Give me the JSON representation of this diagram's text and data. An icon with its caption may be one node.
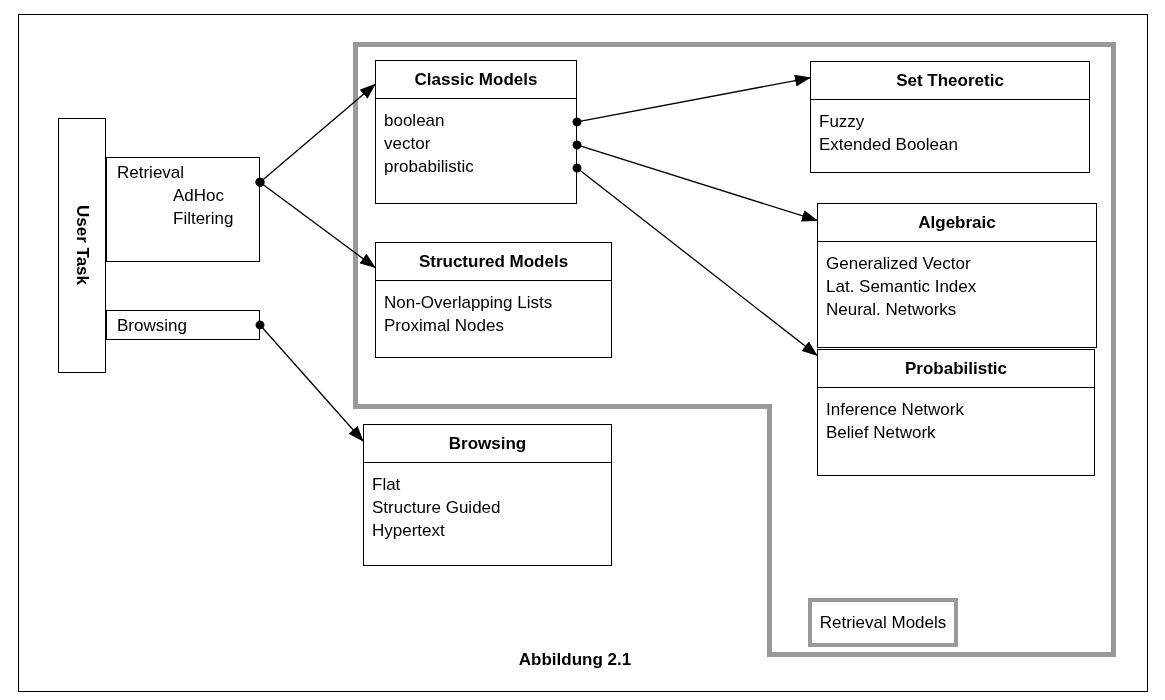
{
  "diagram": {
    "caption": "Abbildung 2.1",
    "nodes": [
      {
        "text": [
          "User Task"
        ]
      },
      {
        "text": [
          "Retrieval",
          "AdHoc",
          "Filtering"
        ]
      },
      {
        "text": [
          "Browsing"
        ]
      },
      {
        "text": [],
        "shape": "box"
      },
      {
        "text": [
          "Classic Models",
          "boolean",
          "vector",
          "probabilistic"
        ],
        "in": 3
      },
      {
        "text": [
          "Structured Models",
          "Non-Overlapping Lists",
          "Proximal Nodes"
        ],
        "in": 3
      },
      {
        "text": [
          "Set Theoretic",
          "Fuzzy",
          "Extended Boolean"
        ],
        "in": 3
      },
      {
        "text": [
          "Algebraic",
          "Generalized Vector",
          "Lat. Semantic Index",
          "Neural. Networks"
        ],
        "in": 3
      },
      {
        "text": [
          "Probabilistic",
          "Inference Network",
          "Belief Network"
        ],
        "in": 3
      },
      {
        "text": [
          "Browsing",
          "Flat",
          "Structure Guided",
          "Hypertext"
        ]
      }
    ],
    "edges": [
      {
        "from": 1,
        "to": 4,
        "arrow": "to"
      },
      {
        "from": 1,
        "to": 5,
        "arrow": "to"
      },
      {
        "from": 4,
        "to": 6,
        "arrow": "to"
      },
      {
        "from": 4,
        "to": 7,
        "arrow": "to"
      },
      {
        "from": 4,
        "to": 8,
        "arrow": "to"
      },
      {
        "from": 2,
        "to": 9,
        "arrow": "to"
      }
    ],
    "legend": [
      {
        "text": "Retrieval Models"
      }
    ]
  }
}
